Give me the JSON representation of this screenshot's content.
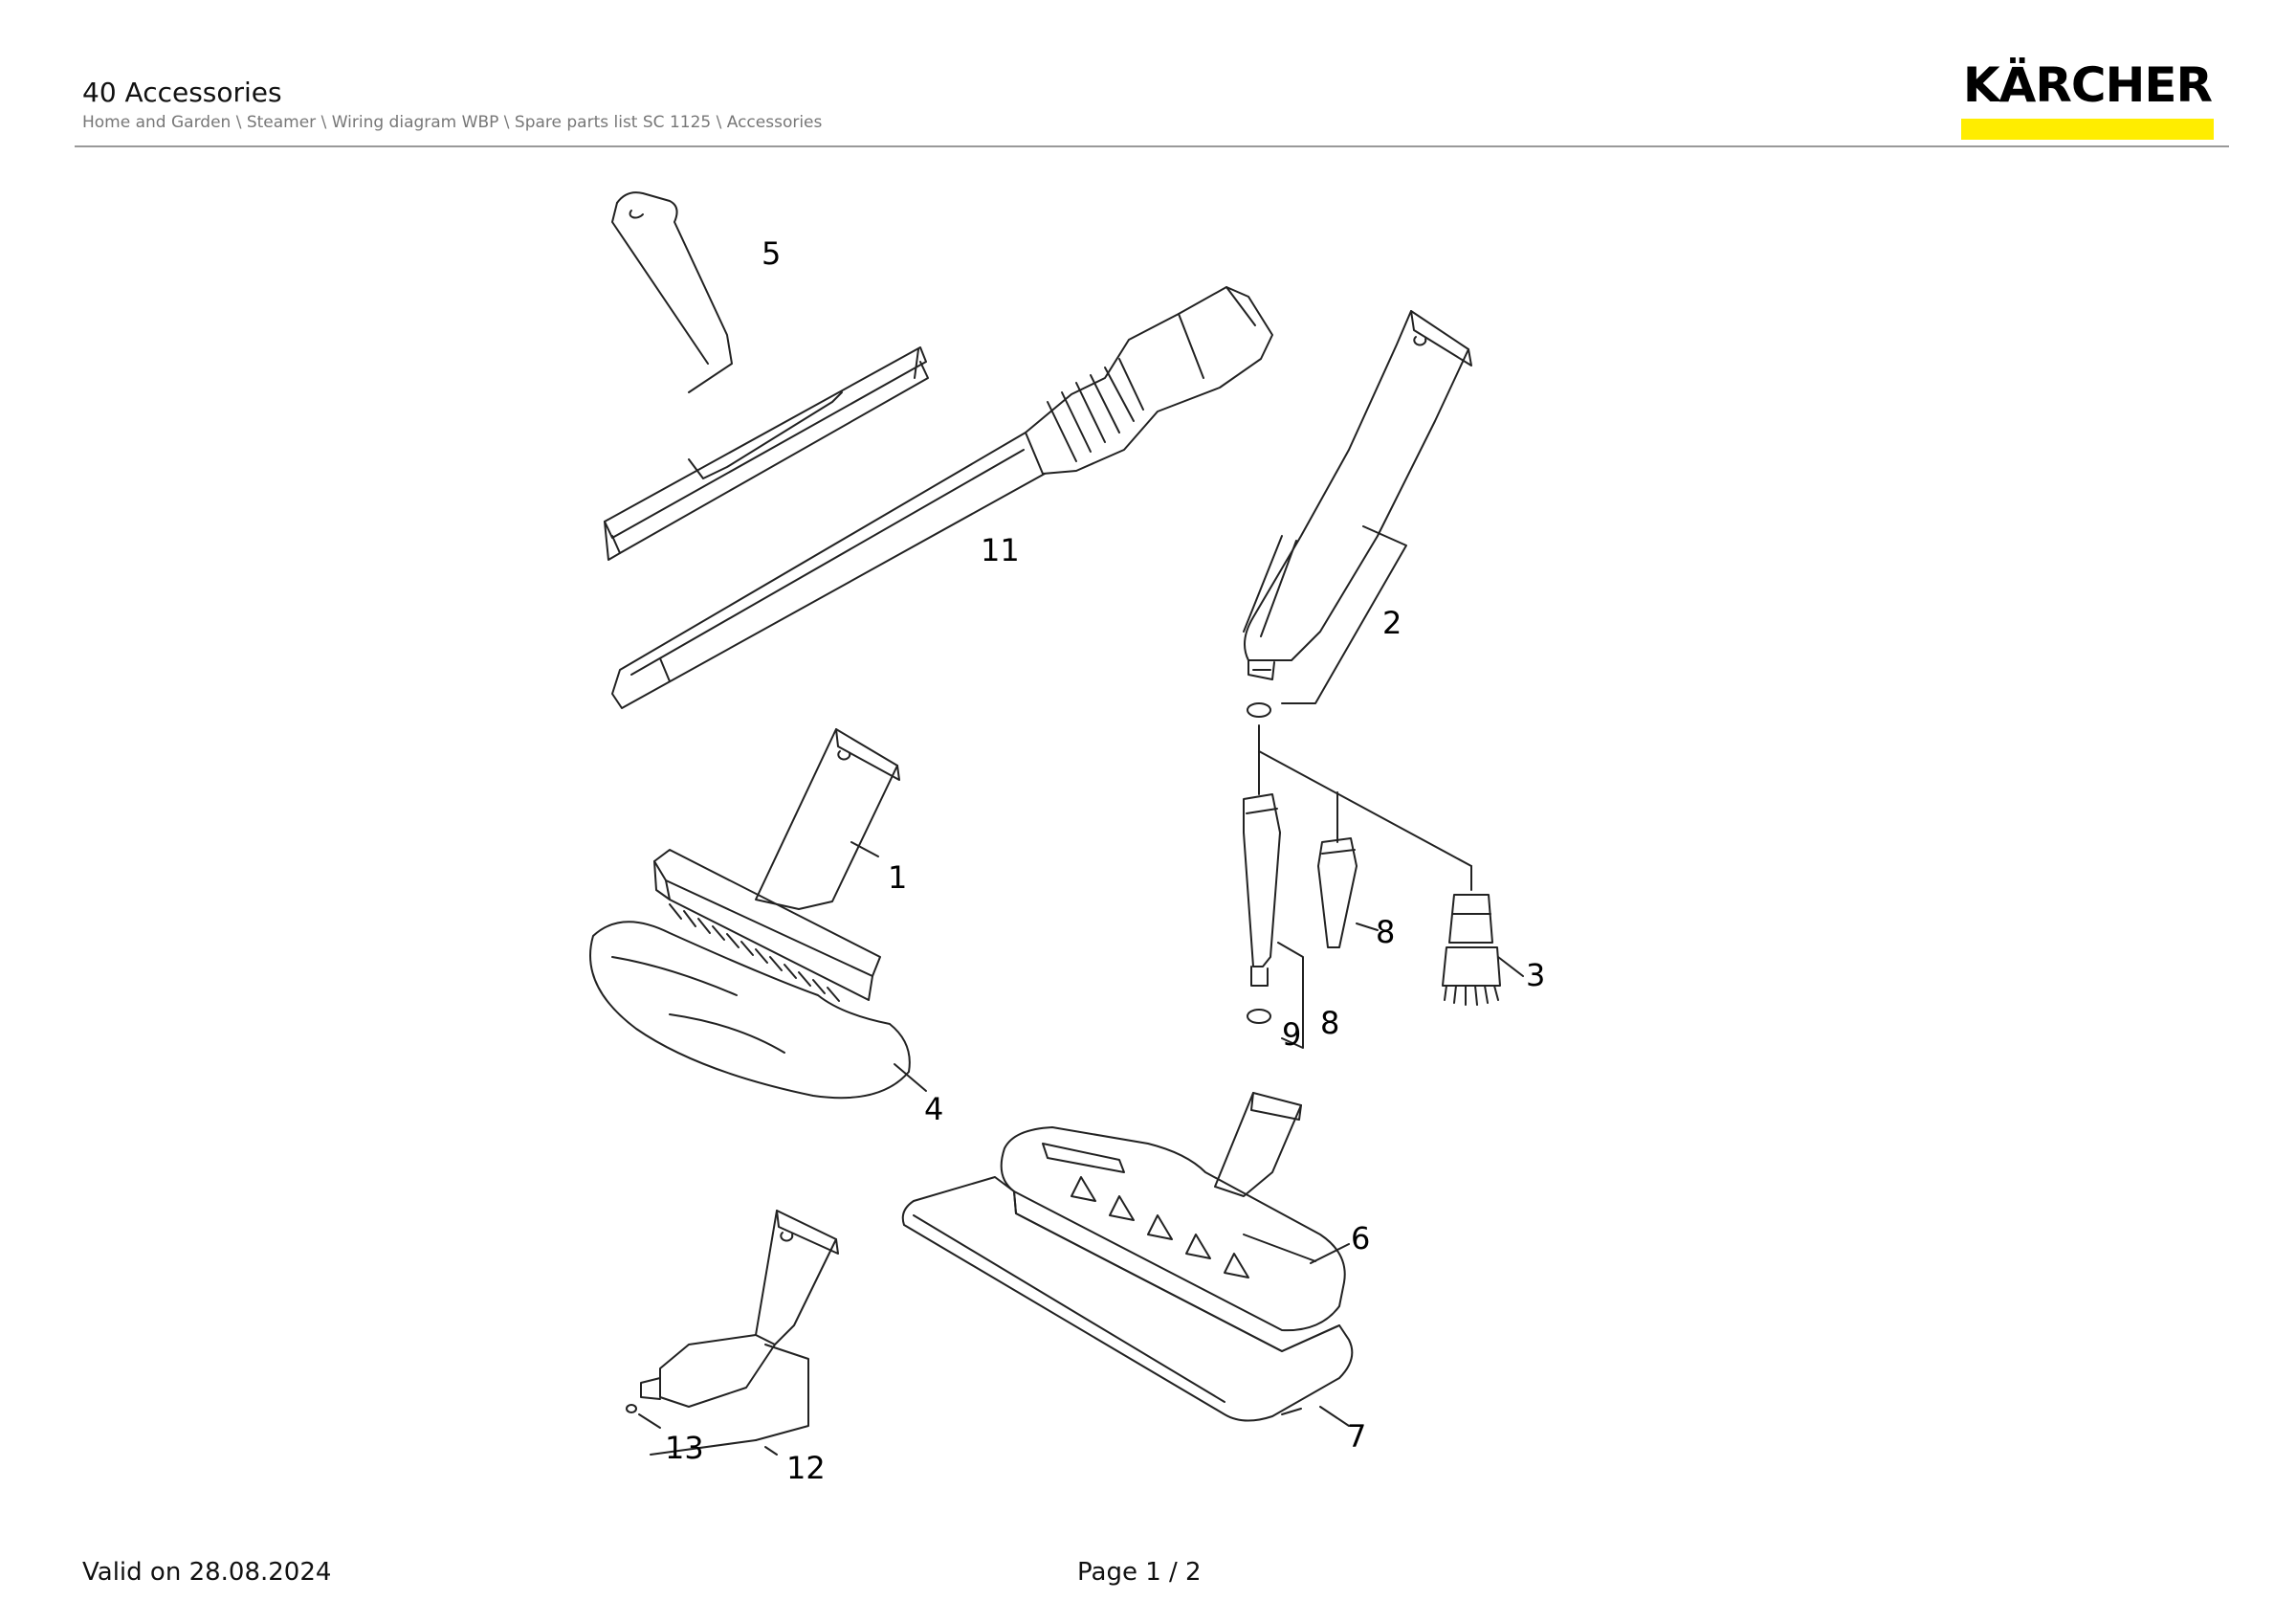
{
  "header": {
    "title": "40 Accessories",
    "breadcrumb": "Home and Garden \\ Steamer \\ Wiring diagram WBP \\ Spare parts list SC 1125 \\ Accessories",
    "logo_text": "KÄRCHER",
    "brand_color": "#ffed00"
  },
  "diagram": {
    "callouts": [
      "5",
      "11",
      "2",
      "1",
      "8",
      "3",
      "8",
      "9",
      "4",
      "6",
      "7",
      "13",
      "12"
    ]
  },
  "footer": {
    "valid": "Valid on 28.08.2024",
    "page": "Page 1 / 2"
  }
}
